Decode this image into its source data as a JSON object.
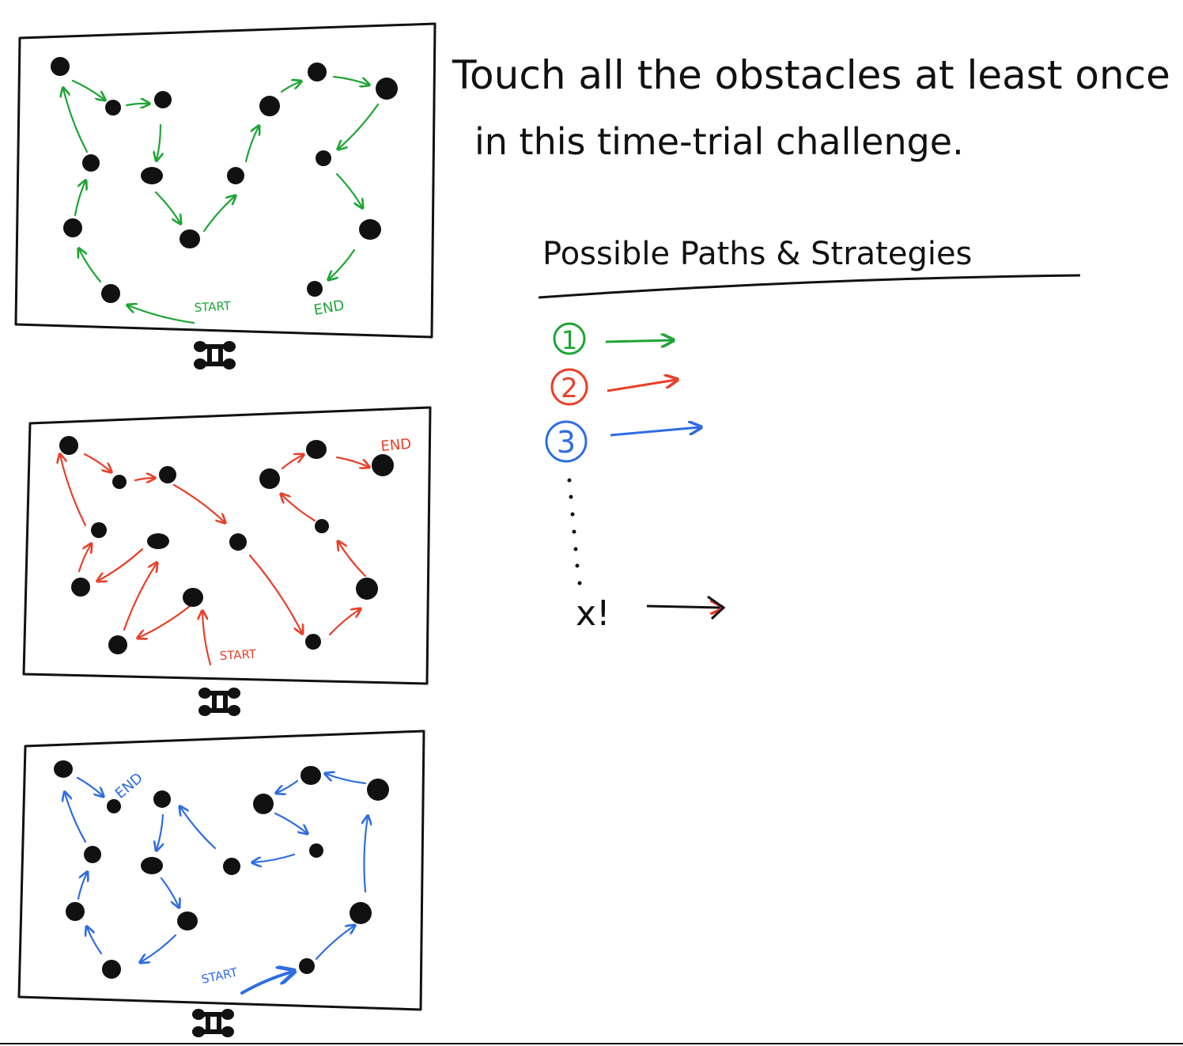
{
  "heading": {
    "line1": "Touch all the obstacles at least once",
    "line2": "in this time-trial challenge."
  },
  "subheading": "Possible Paths & Strategies",
  "legend": [
    {
      "label": "1",
      "color": "#1ea535"
    },
    {
      "label": "2",
      "color": "#e8402a"
    },
    {
      "label": "3",
      "color": "#2f6de0"
    }
  ],
  "factorial": {
    "label": "x!"
  },
  "ink": "#111111",
  "courses": [
    {
      "color": "#1ea535",
      "start_label": "START",
      "end_label": "END"
    },
    {
      "color": "#e8402a",
      "start_label": "START",
      "end_label": "END"
    },
    {
      "color": "#2f6de0",
      "start_label": "START",
      "end_label": "END"
    }
  ],
  "robot_icon": "robot-car-icon"
}
